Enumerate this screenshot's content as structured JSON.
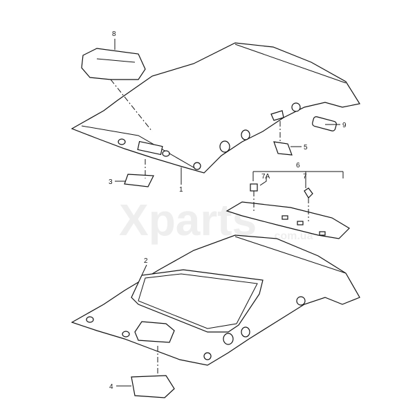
{
  "watermark": {
    "brand": "Xparts",
    "sub": ".com.ua"
  },
  "callouts": [
    {
      "id": "8",
      "label": "8"
    },
    {
      "id": "9",
      "label": "9"
    },
    {
      "id": "5",
      "label": "5"
    },
    {
      "id": "3",
      "label": "3"
    },
    {
      "id": "1",
      "label": "1"
    },
    {
      "id": "6",
      "label": "6"
    },
    {
      "id": "7A",
      "label": "7A"
    },
    {
      "id": "7",
      "label": "7"
    },
    {
      "id": "2",
      "label": "2"
    },
    {
      "id": "4",
      "label": "4"
    }
  ]
}
